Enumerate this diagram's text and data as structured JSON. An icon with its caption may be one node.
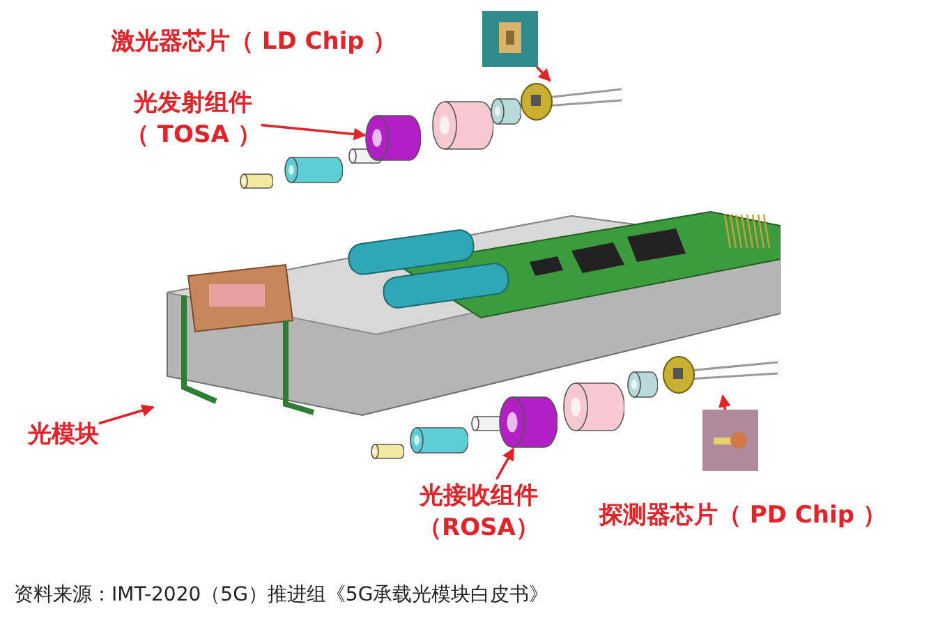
{
  "diagram": {
    "caption": "资料来源：IMT-2020（5G）推进组《5G承载光模块白皮书》",
    "nodes": [
      {
        "text": [
          "光发射组件",
          "（ TOSA ）"
        ]
      },
      {
        "text": [],
        "shape": "cylinder"
      },
      {
        "text": [],
        "shape": "picture"
      },
      {
        "text": [],
        "shape": "picture"
      },
      {
        "text": [
          "光模块"
        ]
      },
      {
        "text": [],
        "shape": "picture"
      },
      {
        "text": [
          "光接收组件",
          "（ROSA）"
        ]
      },
      {
        "text": [],
        "shape": "cylinder"
      },
      {
        "text": [],
        "shape": "picture"
      },
      {
        "text": [],
        "shape": "picture"
      }
    ],
    "edges": [
      {
        "from": 0,
        "to": 1,
        "arrow": "to"
      },
      {
        "from": 2,
        "to": 3,
        "arrow": "to"
      },
      {
        "from": 4,
        "to": 5,
        "arrow": "to"
      },
      {
        "from": 6,
        "to": 7,
        "arrow": "to"
      },
      {
        "from": 8,
        "to": 9,
        "arrow": "to"
      }
    ],
    "labels": [
      "激光器芯片（ LD Chip ）",
      "探测器芯片（ PD Chip ）"
    ]
  }
}
